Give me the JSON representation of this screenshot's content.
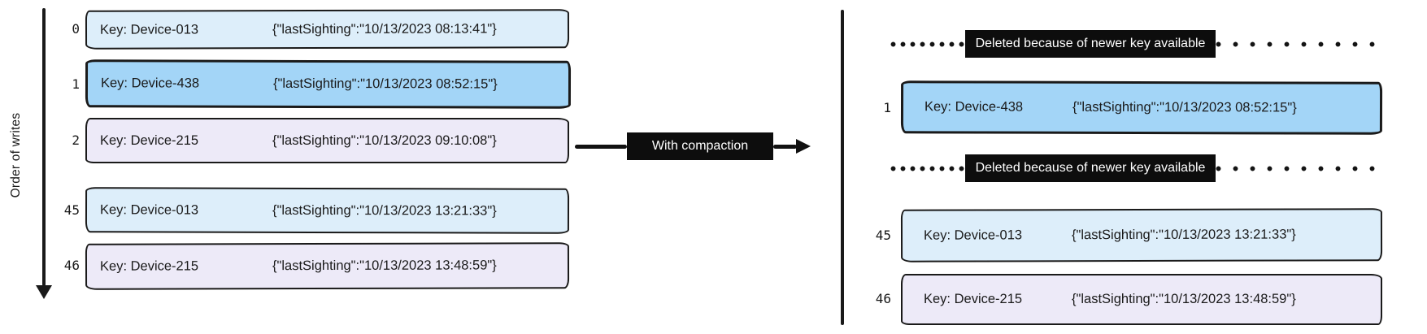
{
  "left_panel": {
    "axis_label": "Order of writes",
    "rows": [
      {
        "index": "0",
        "key": "Key: Device-013",
        "value": "{\"lastSighting\":\"10/13/2023 08:13:41\"}",
        "fill": "#ddeefa"
      },
      {
        "index": "1",
        "key": "Key: Device-438",
        "value": "{\"lastSighting\":\"10/13/2023 08:52:15\"}",
        "fill": "#a3d5f7"
      },
      {
        "index": "2",
        "key": "Key: Device-215",
        "value": "{\"lastSighting\":\"10/13/2023 09:10:08\"}",
        "fill": "#edeaf8"
      },
      {
        "index": "45",
        "key": "Key: Device-013",
        "value": "{\"lastSighting\":\"10/13/2023 13:21:33\"}",
        "fill": "#ddeefa"
      },
      {
        "index": "46",
        "key": "Key: Device-215",
        "value": "{\"lastSighting\":\"10/13/2023 13:48:59\"}",
        "fill": "#edeaf8"
      }
    ]
  },
  "transform_arrow": {
    "label": "With compaction",
    "bg": "#0d0d0d",
    "text_color": "#ffffff"
  },
  "right_panel": {
    "rows": [
      {
        "type": "deleted",
        "label": "Deleted because of newer key available"
      },
      {
        "type": "record",
        "index": "1",
        "key": "Key: Device-438",
        "value": "{\"lastSighting\":\"10/13/2023 08:52:15\"}",
        "fill": "#a3d5f7"
      },
      {
        "type": "deleted",
        "label": "Deleted because of newer key available"
      },
      {
        "type": "record",
        "index": "45",
        "key": "Key: Device-013",
        "value": "{\"lastSighting\":\"10/13/2023 13:21:33\"}",
        "fill": "#ddeefa"
      },
      {
        "type": "record",
        "index": "46",
        "key": "Key: Device-215",
        "value": "{\"lastSighting\":\"10/13/2023 13:48:59\"}",
        "fill": "#edeaf8"
      }
    ]
  },
  "colors": {
    "ink": "#1a1a1a",
    "record_blue_light": "#ddeefa",
    "record_blue": "#a3d5f7",
    "record_lavender": "#edeaf8",
    "label_bg": "#0d0d0d"
  }
}
